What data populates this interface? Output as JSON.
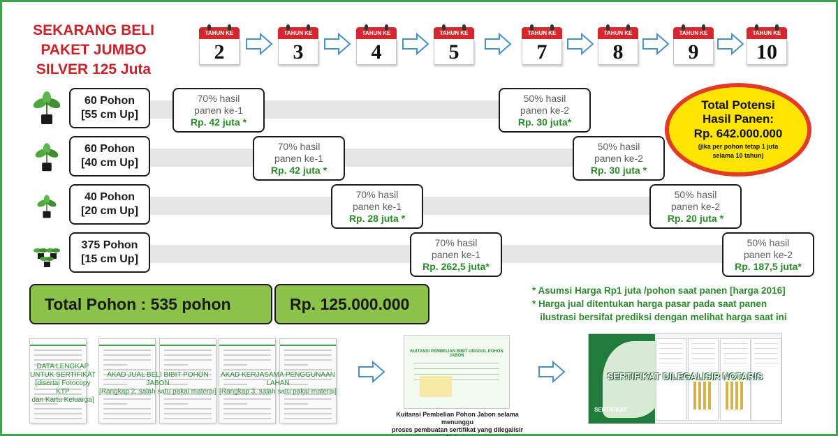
{
  "headline": [
    "SEKARANG BELI",
    "PAKET JUMBO",
    "SILVER 125 Juta"
  ],
  "calendar": {
    "header_label": "TAHUN KE",
    "years": [
      "2",
      "3",
      "4",
      "5",
      "7",
      "8",
      "9",
      "10"
    ]
  },
  "rows": [
    {
      "label_line1": "60 Pohon",
      "label_line2": "[55 cm Up]",
      "harvest1": {
        "line1": "70% hasil",
        "line2": "panen ke-1",
        "amount": "Rp. 42 juta *"
      },
      "harvest2": {
        "line1": "50% hasil",
        "line2": "panen ke-2",
        "amount": "Rp. 30 juta*"
      }
    },
    {
      "label_line1": "60 Pohon",
      "label_line2": "[40 cm Up]",
      "harvest1": {
        "line1": "70% hasil",
        "line2": "panen ke-1",
        "amount": "Rp. 42  juta *"
      },
      "harvest2": {
        "line1": "50% hasil",
        "line2": "panen ke-2",
        "amount": "Rp. 30 juta *"
      }
    },
    {
      "label_line1": "40 Pohon",
      "label_line2": "[20 cm Up]",
      "harvest1": {
        "line1": "70% hasil",
        "line2": "panen ke-1",
        "amount": "Rp. 28  juta *"
      },
      "harvest2": {
        "line1": "50% hasil",
        "line2": "panen ke-2",
        "amount": "Rp. 20 juta *"
      }
    },
    {
      "label_line1": "375 Pohon",
      "label_line2": "[15 cm Up]",
      "harvest1": {
        "line1": "70% hasil",
        "line2": "panen ke-1",
        "amount": "Rp. 262,5 juta*"
      },
      "harvest2": {
        "line1": "50% hasil",
        "line2": "panen ke-2",
        "amount": "Rp. 187,5  juta*"
      }
    }
  ],
  "potential": {
    "title_line1": "Total Potensi",
    "title_line2": "Hasil Panen:",
    "value": "Rp. 642.000.000",
    "note_line1": "(jika per pohon tetap 1 juta",
    "note_line2": "selama 10 tahun)"
  },
  "totals": {
    "trees": "Total Pohon : 535 pohon",
    "price": "Rp. 125.000.000"
  },
  "notes": [
    "* Asumsi Harga Rp1 juta /pohon saat panen [harga 2016]",
    "* Harga jual ditentukan harga pasar pada saat panen",
    "   ilustrasi bersifat prediksi dengan melihat harga saat ini"
  ],
  "documents": [
    {
      "line1": "DATA LENGKAP",
      "line2": "UNTUK SERTIFIKAT",
      "line3": "[disertai Fotocopy KTP",
      "line4": "dan Kartu Keluarga]"
    },
    {
      "line1": "AKAD JUAL BELI BIBIT POHON JABON",
      "line2": "[Rangkap 2, salah satu pakai materai]"
    },
    {
      "line1": "AKAD KERJASAMA PENGGUNAAN LAHAN",
      "line2": "[Rangkap 3, salah satu pakai materai]"
    }
  ],
  "receipt": {
    "title": "KUITANSI PEMBELIAN BIBIT UNGGUL POHON JABON",
    "caption_line1": "Kuitansi Pembelian Pohon Jabon selama menunggu",
    "caption_line2": "proses pembuatan sertifikat yang dilegalisir Notaris"
  },
  "certificate": {
    "caption": "SERTIFIKAT DILEGALISIR NOTARIS",
    "badge": "SERTIFIKAT"
  },
  "colors": {
    "frame_green": "#3fa34d",
    "headline_red": "#c8232a",
    "amount_green": "#2b8a2b",
    "total_green": "#8bc34a",
    "potential_yellow": "#ffe400",
    "potential_red": "#e23b26",
    "calendar_red": "#d8262d"
  }
}
